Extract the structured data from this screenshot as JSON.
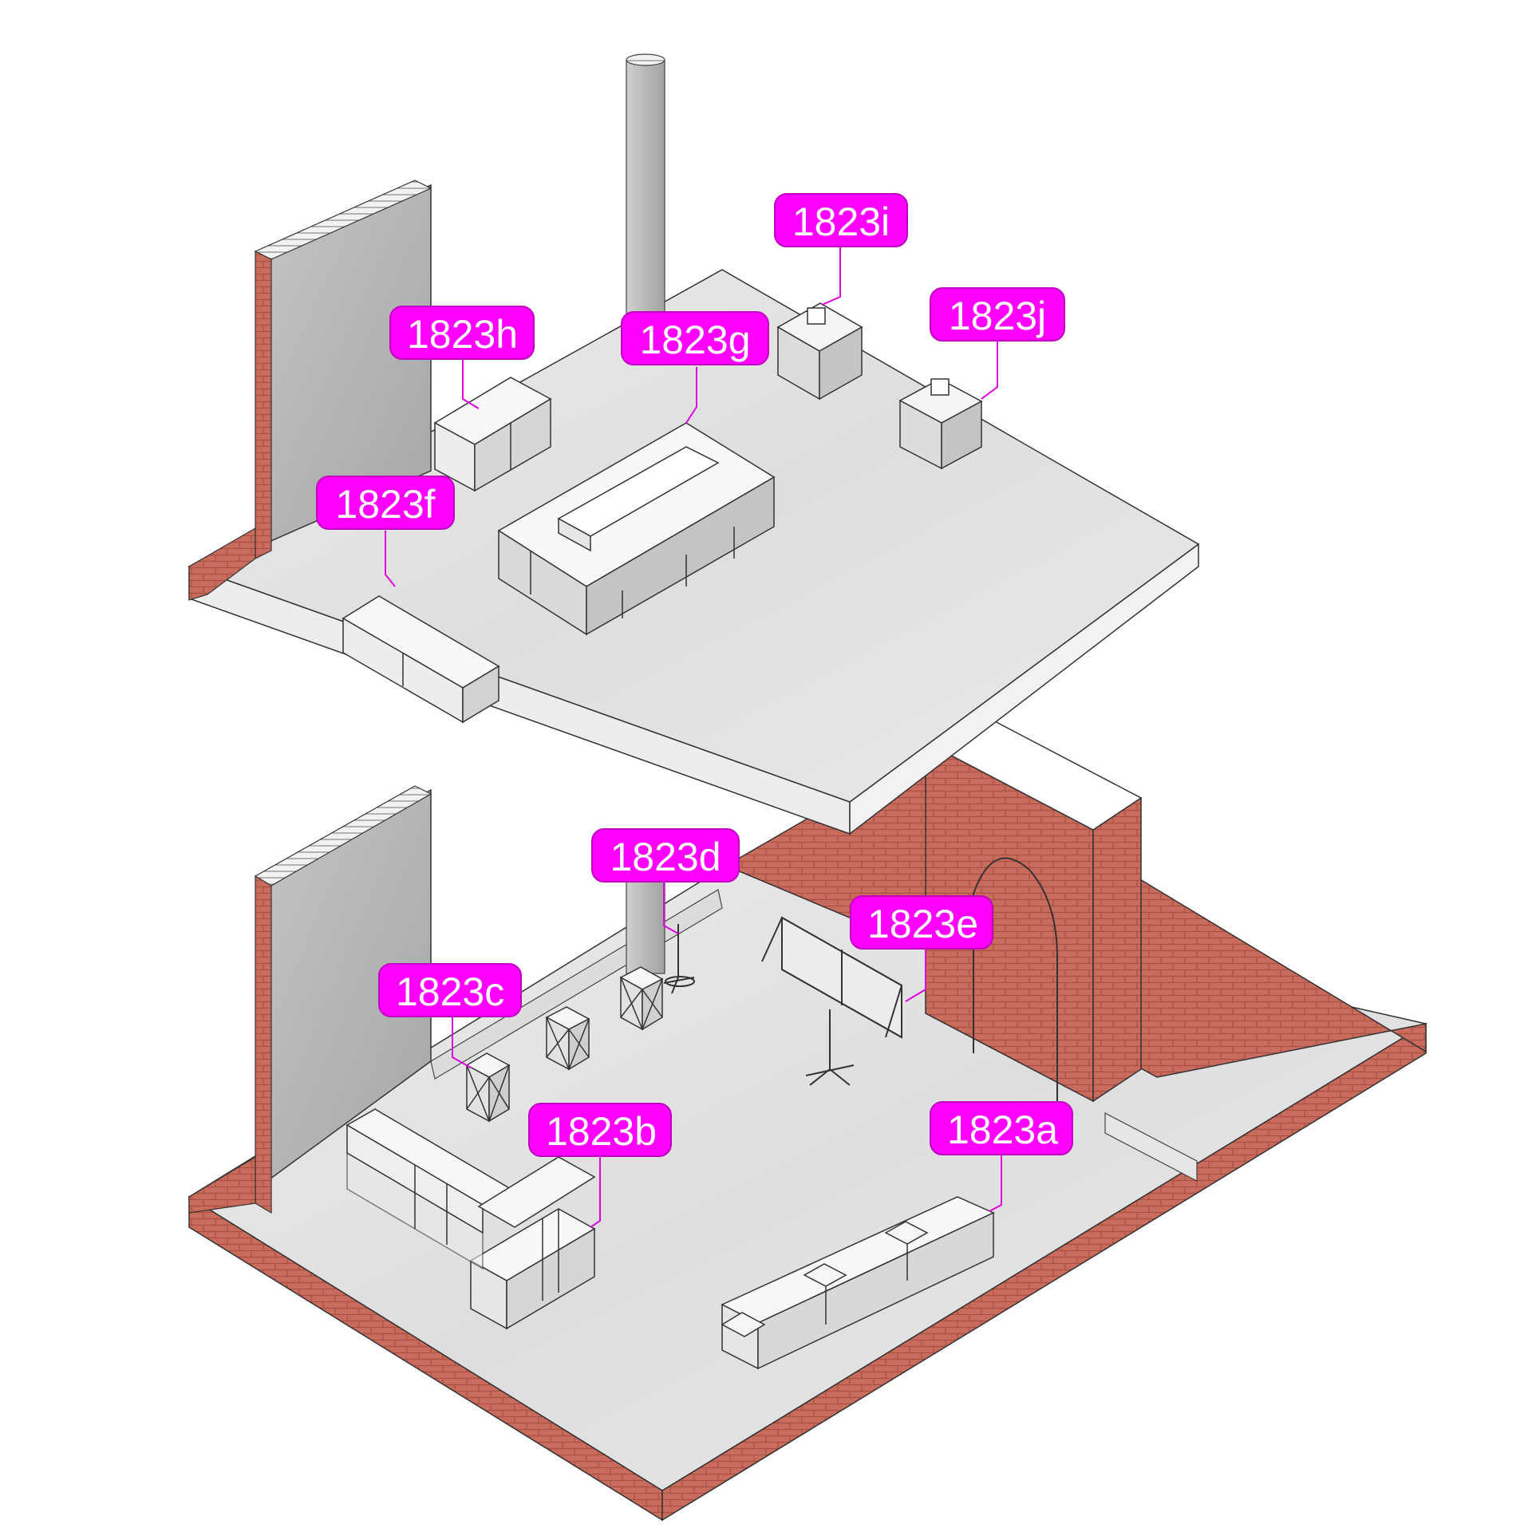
{
  "diagram": {
    "labels": [
      {
        "id": "1823a",
        "text": "1823a"
      },
      {
        "id": "1823b",
        "text": "1823b"
      },
      {
        "id": "1823c",
        "text": "1823c"
      },
      {
        "id": "1823d",
        "text": "1823d"
      },
      {
        "id": "1823e",
        "text": "1823e"
      },
      {
        "id": "1823f",
        "text": "1823f"
      },
      {
        "id": "1823g",
        "text": "1823g"
      },
      {
        "id": "1823h",
        "text": "1823h"
      },
      {
        "id": "1823i",
        "text": "1823i"
      },
      {
        "id": "1823j",
        "text": "1823j"
      }
    ]
  },
  "colors": {
    "label_fill": "#ff00ff",
    "label_text": "#ffffff",
    "brick": "#c8685a",
    "brick_mortar": "#b35548",
    "concrete": "#e4e4e4",
    "concrete_wall": "#b4b4b4",
    "furniture_top": "#f8f8f8",
    "furniture_side": "#d4d4d4"
  }
}
